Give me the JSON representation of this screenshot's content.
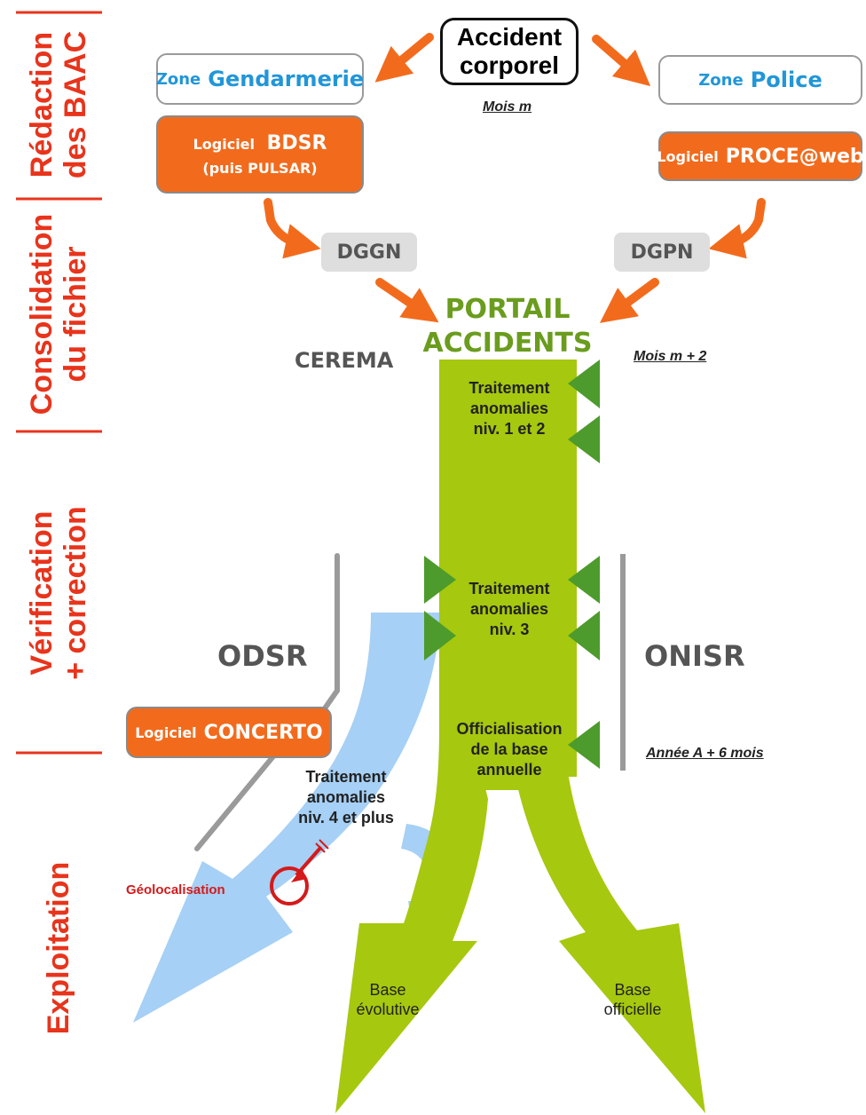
{
  "sections": {
    "redaction": "Rédaction\ndes BAAC",
    "consolidation": "Consolidation\ndu fichier",
    "verification": "Vérification\n+ correction",
    "exploitation": "Exploitation"
  },
  "accident": {
    "line1": "Accident",
    "line2": "corporel"
  },
  "dates": {
    "mois_m": "Mois m",
    "mois_m2": "Mois m + 2",
    "annee": "Année A + 6 mois"
  },
  "zone_gendarmerie": {
    "prefix": "Zone",
    "name": "Gendarmerie"
  },
  "zone_police": {
    "prefix": "Zone",
    "name": "Police"
  },
  "software_bdsr": {
    "prefix": "Logiciel",
    "name": "BDSR",
    "sub": "(puis PULSAR)"
  },
  "software_proceweb": {
    "prefix": "Logiciel",
    "name": "PROCE@web"
  },
  "software_concerto": {
    "prefix": "Logiciel",
    "name": "CONCERTO"
  },
  "dggn": "DGGN",
  "dgpn": "DGPN",
  "portail": {
    "line1": "PORTAIL",
    "line2": "ACCIDENTS"
  },
  "cerema": "CEREMA",
  "odsr": "ODSR",
  "onisr": "ONISR",
  "stages": {
    "stage1": "Traitement\nanomalies\nniv. 1 et 2",
    "stage3": "Traitement\nanomalies\nniv. 3",
    "officialisation": "Officialisation\nde la base\nannuelle",
    "stage4": "Traitement\nanomalies\nniv. 4 et plus"
  },
  "geolocalisation": "Géolocalisation",
  "bases": {
    "evolutive": "Base\névolutive",
    "officielle": "Base\nofficielle"
  },
  "colors": {
    "red_label": "#e8341c",
    "orange": "#f26b1d",
    "green_flow": "#a6c80e",
    "dark_green": "#4d9b2c",
    "blue_flow": "#a6d0f5",
    "zone_text": "#2196d8",
    "grey": "#555555"
  }
}
